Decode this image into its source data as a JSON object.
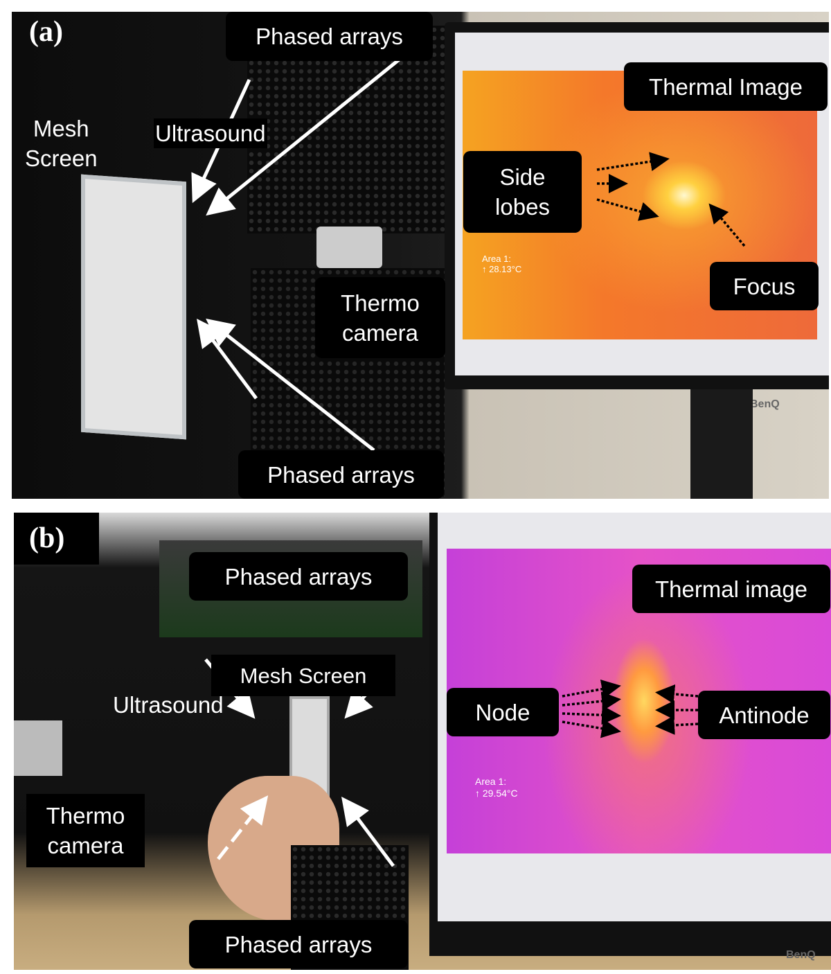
{
  "panel_a": {
    "label": "(a)",
    "phased_arrays_top": "Phased arrays",
    "ultrasound": "Ultrasound",
    "mesh_screen": "Mesh\nScreen",
    "thermal_image": "Thermal Image",
    "side_lobes": "Side\nlobes",
    "focus": "Focus",
    "thermo_camera": "Thermo\ncamera",
    "phased_arrays_bottom": "Phased arrays",
    "area_readout": "Area 1:\n↑ 28.13°C",
    "monitor_brand": "BenQ"
  },
  "panel_b": {
    "label": "(b)",
    "phased_arrays_top": "Phased arrays",
    "thermal_image": "Thermal image",
    "mesh_screen": "Mesh Screen",
    "ultrasound": "Ultrasound",
    "node": "Node",
    "antinode": "Antinode",
    "thermo_camera": "Thermo\ncamera",
    "phased_arrays_bottom": "Phased arrays",
    "area_readout": "Area 1:\n↑ 29.54°C",
    "monitor_brand": "BenQ"
  },
  "colors": {
    "label_bg": "#000000",
    "label_text": "#ffffff",
    "thermal_a": "#f7761f",
    "thermal_b": "#e24ad6"
  }
}
